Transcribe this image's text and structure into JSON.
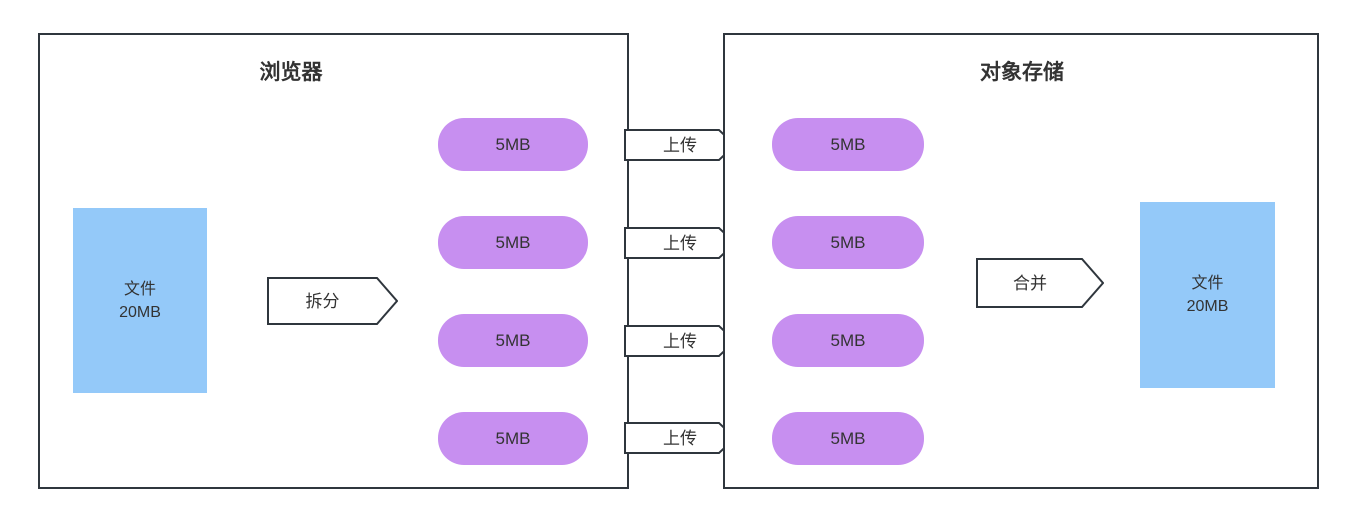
{
  "colors": {
    "box_border": "#2f363d",
    "chunk_fill": "#c78ff0",
    "file_fill": "#94c9f9",
    "arrow_fill": "#ffffff",
    "text": "#333333"
  },
  "browser_panel": {
    "title": "浏览器",
    "file_label": "文件",
    "file_size": "20MB",
    "split_label": "拆分",
    "chunks": [
      "5MB",
      "5MB",
      "5MB",
      "5MB"
    ]
  },
  "transfer": {
    "upload_labels": [
      "上传",
      "上传",
      "上传",
      "上传"
    ]
  },
  "storage_panel": {
    "title": "对象存储",
    "merge_label": "合并",
    "file_label": "文件",
    "file_size": "20MB",
    "chunks": [
      "5MB",
      "5MB",
      "5MB",
      "5MB"
    ]
  }
}
